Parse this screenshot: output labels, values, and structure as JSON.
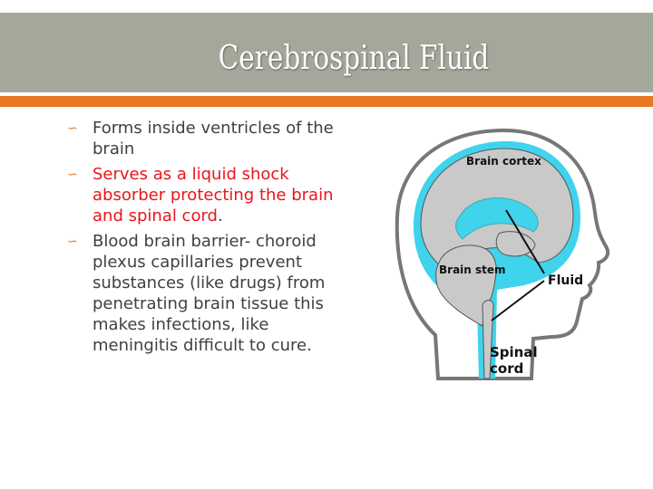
{
  "slide": {
    "title": "Cerebrospinal Fluid",
    "bullets": [
      {
        "segments": [
          {
            "text": "Forms inside ventricles of the brain",
            "style": "normal"
          }
        ]
      },
      {
        "segments": [
          {
            "text": "Serves as a liquid shock absorber protecting the brain and spinal cord",
            "style": "accent"
          },
          {
            "text": ".",
            "style": "normal"
          }
        ]
      },
      {
        "segments": [
          {
            "text": "Blood brain barrier- choroid plexus capillaries prevent substances (like drugs) from penetrating brain tissue this makes infections, like meningitis difficult to cure.",
            "style": "normal"
          }
        ]
      }
    ],
    "bullet_icon": "curl-bullet-icon",
    "colors": {
      "header": "#a3a89a",
      "accent_bar": "#e87722",
      "highlight_text": "#e8151b",
      "fluid": "#3fd3ec",
      "tissue": "#c9c9c9"
    }
  },
  "figure": {
    "labels": {
      "cortex": "Brain cortex",
      "stem": "Brain stem",
      "fluid": "Fluid",
      "spinal_line1": "Spinal",
      "spinal_line2": "cord"
    }
  }
}
